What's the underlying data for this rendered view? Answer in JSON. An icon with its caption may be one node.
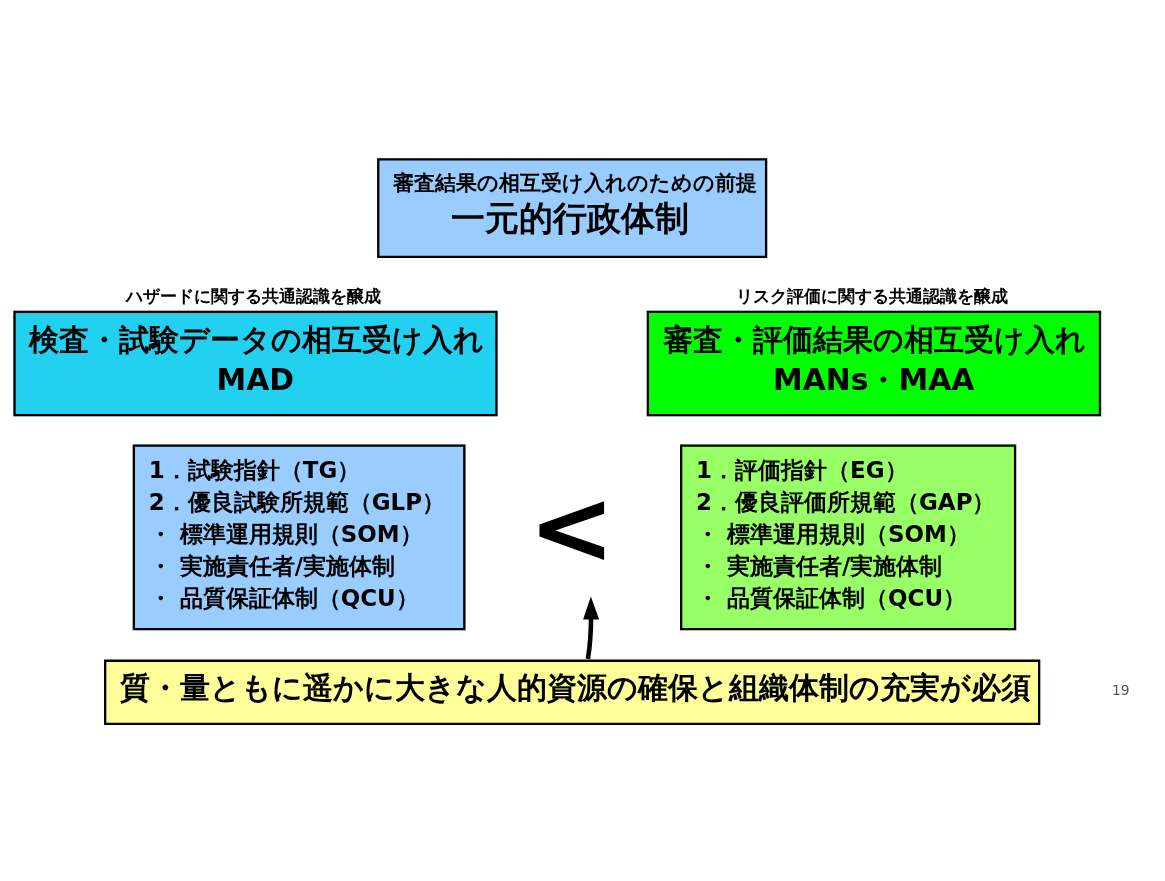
{
  "diagram": {
    "nodes": [
      {
        "text": [
          "審査結果の相互受け入れのための前提",
          "一元的行政体制"
        ]
      },
      {
        "text": [
          "検査・試験データの相互受け入れ",
          "MAD"
        ],
        "beside": [
          "ハザードに関する共通認識を醸成"
        ]
      },
      {
        "text": [
          "1．試験指針（TG）",
          "2．優良試験所規範（GLP）",
          "・ 標準運用規則（SOM）",
          "・ 実施責任者/実施体制",
          "・ 品質保証体制（QCU）"
        ]
      },
      {
        "text": [
          "<"
        ]
      },
      {
        "text": [
          "審査・評価結果の相互受け入れ",
          "MANs・MAA"
        ],
        "beside": [
          "リスク評価に関する共通認識を醸成"
        ]
      },
      {
        "text": [
          "1．評価指針（EG）",
          "2．優良評価所規範（GAP）",
          "・ 標準運用規則（SOM）",
          "・ 実施責任者/実施体制",
          "・ 品質保証体制（QCU）"
        ]
      },
      {
        "text": [
          "質・量ともに遥かに大きな人的資源の確保と組織体制の充実が必須"
        ]
      }
    ],
    "edges": [
      {
        "from": 6,
        "to": 3,
        "arrow": "to"
      }
    ],
    "labels": [
      "19"
    ]
  }
}
